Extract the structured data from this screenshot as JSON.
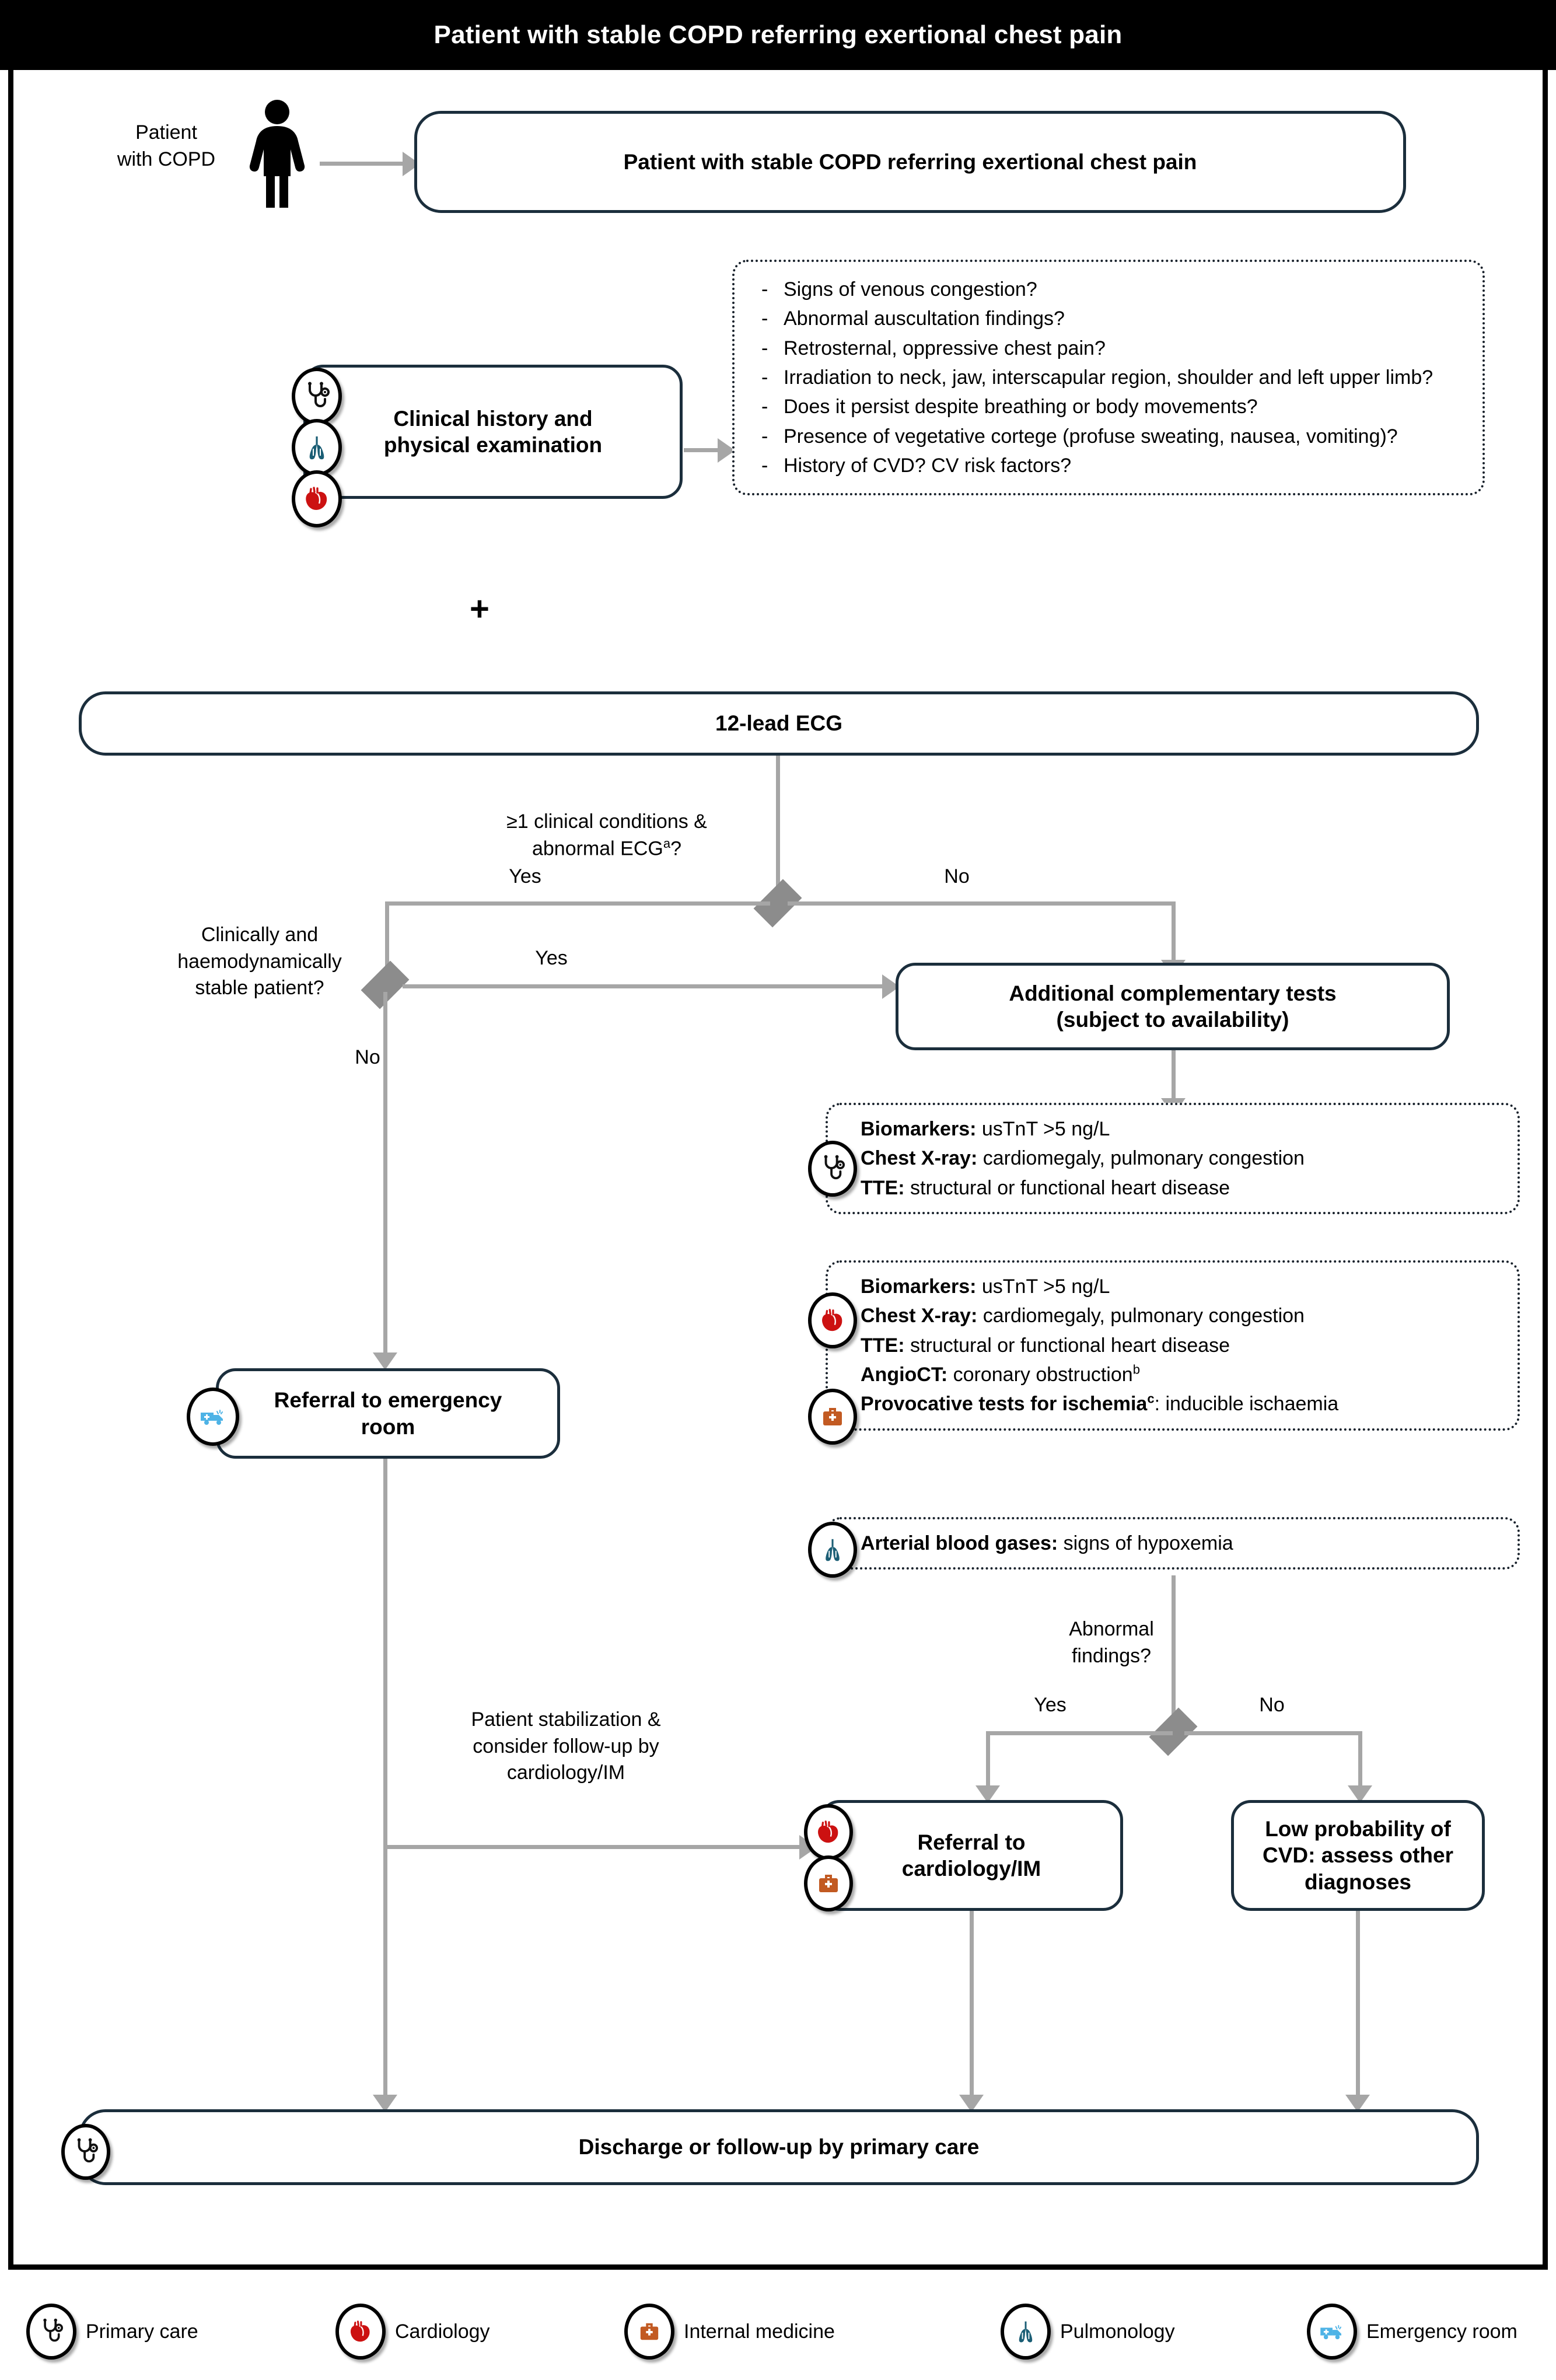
{
  "title": "Patient with stable COPD referring exertional chest pain",
  "patient": {
    "label": "Patient\nwith COPD",
    "icon": "female-patient-icon"
  },
  "nodes": {
    "start": "Patient with stable COPD referring exertional chest pain",
    "clinical_history": "Clinical history and\nphysical examination",
    "plus": "+",
    "ecg": "12-lead ECG",
    "additional_tests": "Additional complementary tests\n(subject to availability)",
    "emergency_referral": "Referral to emergency\nroom",
    "cardiology_referral": "Referral to\ncardiology/IM",
    "low_probability": "Low probability of\nCVD: assess other\ndiagnoses",
    "discharge": "Discharge or follow-up by primary care"
  },
  "questions_panel": {
    "items": [
      "Signs of venous congestion?",
      "Abnormal auscultation findings?",
      "Retrosternal, oppressive chest pain?",
      "Irradiation to neck, jaw, interscapular region, shoulder and left upper limb?",
      "Does it persist despite breathing or body movements?",
      "Presence of vegetative cortege (profuse sweating, nausea, vomiting)?",
      "History of CVD? CV risk factors?"
    ]
  },
  "panels": {
    "primary_care": {
      "icon": "stethoscope-icon",
      "rows": [
        {
          "term": "Biomarkers:",
          "detail": " usTnT >5 ng/L",
          "sup": ""
        },
        {
          "term": "Chest X-ray:",
          "detail": " cardiomegaly, pulmonary congestion",
          "sup": ""
        },
        {
          "term": "TTE:",
          "detail": " structural or functional heart disease",
          "sup": ""
        }
      ]
    },
    "cardiology": {
      "icon_top": "heart-icon",
      "icon_bottom": "medical-bag-icon",
      "rows": [
        {
          "term": "Biomarkers:",
          "detail": " usTnT >5 ng/L",
          "sup": ""
        },
        {
          "term": "Chest X-ray:",
          "detail": " cardiomegaly, pulmonary congestion",
          "sup": ""
        },
        {
          "term": "TTE:",
          "detail": " structural or functional heart disease",
          "sup": ""
        },
        {
          "term": "AngioCT:",
          "detail": " coronary obstruction",
          "sup": "b"
        },
        {
          "term": "Provocative tests for ischemia",
          "detail": ": inducible ischaemia",
          "sup": "c"
        }
      ]
    },
    "pulmonology": {
      "icon": "lungs-icon",
      "rows": [
        {
          "term": "Arterial blood gases:",
          "detail": " signs of hypoxemia",
          "sup": ""
        }
      ]
    }
  },
  "decisions": {
    "d1": {
      "question": "≥1 clinical conditions &\nabnormal ECG",
      "sup": "a",
      "suffix": "?",
      "yes": "Yes",
      "no": "No"
    },
    "d2": {
      "question": "Clinically and\nhaemodynamically\nstable patient?",
      "yes": "Yes",
      "no": "No"
    },
    "d3": {
      "question": "Abnormal\nfindings?",
      "yes": "Yes",
      "no": "No"
    }
  },
  "edge_labels": {
    "stabilization": "Patient stabilization &\nconsider follow-up by\ncardiology/IM"
  },
  "legend": {
    "items": [
      {
        "label": "Primary care",
        "icon": "stethoscope-icon"
      },
      {
        "label": "Cardiology",
        "icon": "heart-icon"
      },
      {
        "label": "Internal medicine",
        "icon": "medical-bag-icon"
      },
      {
        "label": "Pulmonology",
        "icon": "lungs-icon"
      },
      {
        "label": "Emergency room",
        "icon": "ambulance-icon"
      }
    ]
  },
  "colors": {
    "box_border": "#1b2e3c",
    "connector": "#a6a6a6",
    "heart": "#cc1111",
    "lungs": "#1b5e75",
    "bag": "#c25a22",
    "ambulance": "#4eb3e6",
    "title_bg": "#000000"
  }
}
